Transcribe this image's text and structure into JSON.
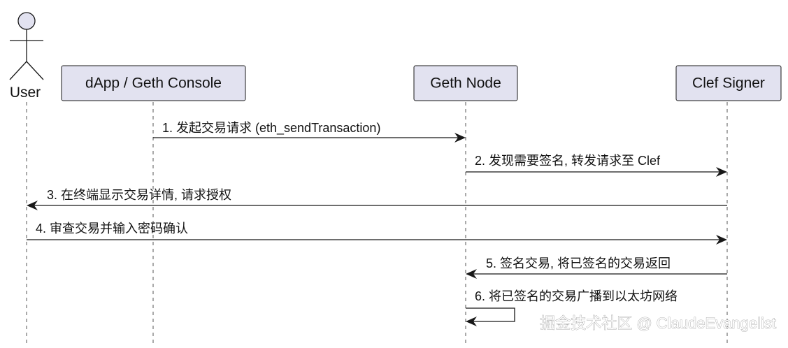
{
  "participants": [
    {
      "id": "user",
      "label": "User",
      "kind": "actor"
    },
    {
      "id": "dapp",
      "label": "dApp / Geth Console",
      "kind": "box"
    },
    {
      "id": "geth",
      "label": "Geth Node",
      "kind": "box"
    },
    {
      "id": "clef",
      "label": "Clef Signer",
      "kind": "box"
    }
  ],
  "messages": [
    {
      "from": "dapp",
      "to": "geth",
      "label": "1. 发起交易请求 (eth_sendTransaction)"
    },
    {
      "from": "geth",
      "to": "clef",
      "label": "2. 发现需要签名, 转发请求至 Clef"
    },
    {
      "from": "clef",
      "to": "user",
      "label": "3. 在终端显示交易详情, 请求授权"
    },
    {
      "from": "user",
      "to": "clef",
      "label": "4. 审查交易并输入密码确认"
    },
    {
      "from": "clef",
      "to": "geth",
      "label": "5. 签名交易, 将已签名的交易返回"
    },
    {
      "from": "geth",
      "to": "geth",
      "label": "6. 将已签名的交易广播到以太坊网络"
    }
  ],
  "watermark": "掘金技术社区 @ ClaudeEvangelist",
  "colors": {
    "participant_fill": "#e2e2f0",
    "line": "#181818",
    "lifeline": "#555555"
  }
}
